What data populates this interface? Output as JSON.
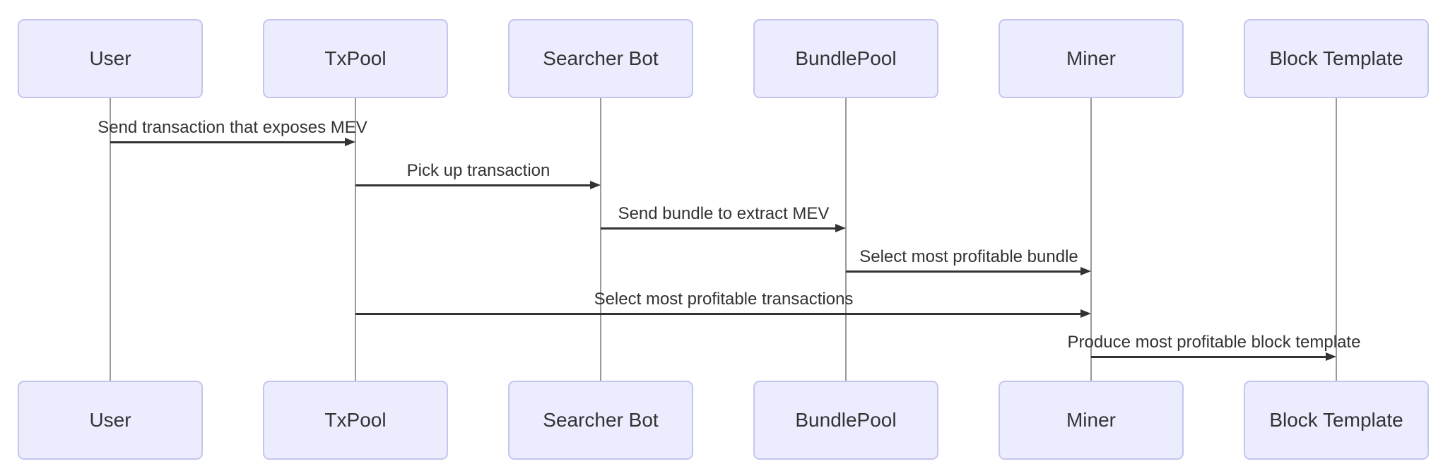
{
  "diagram": {
    "type": "sequence-diagram",
    "actors": [
      {
        "id": "user",
        "label": "User"
      },
      {
        "id": "txpool",
        "label": "TxPool"
      },
      {
        "id": "searcher-bot",
        "label": "Searcher Bot"
      },
      {
        "id": "bundlepool",
        "label": "BundlePool"
      },
      {
        "id": "miner",
        "label": "Miner"
      },
      {
        "id": "block-template",
        "label": "Block Template"
      }
    ],
    "messages": [
      {
        "from": "User",
        "to": "TxPool",
        "label": "Send transaction that exposes MEV"
      },
      {
        "from": "TxPool",
        "to": "Searcher Bot",
        "label": "Pick up transaction"
      },
      {
        "from": "Searcher Bot",
        "to": "BundlePool",
        "label": "Send bundle to extract MEV"
      },
      {
        "from": "BundlePool",
        "to": "Miner",
        "label": "Select most profitable bundle"
      },
      {
        "from": "TxPool",
        "to": "Miner",
        "label": "Select most profitable transactions"
      },
      {
        "from": "Miner",
        "to": "Block Template",
        "label": "Produce most profitable block template"
      }
    ],
    "colors": {
      "actor_fill": "#ECECFF",
      "actor_border": "#C5C5F0",
      "message_line": "#333333",
      "text": "#333333",
      "lifeline": "#999999",
      "background": "#FFFFFF"
    }
  }
}
